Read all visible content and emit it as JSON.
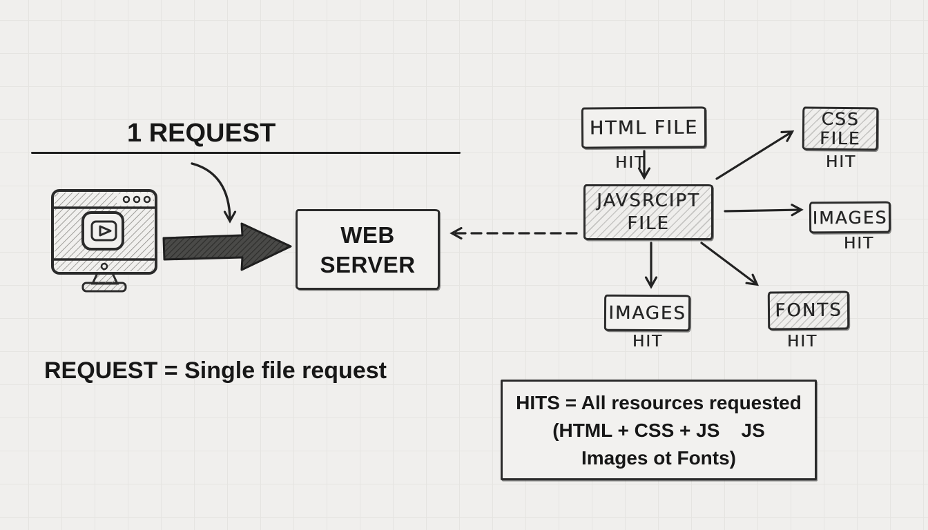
{
  "colors": {
    "paper": "#f0efed",
    "ink": "#1f1f1f",
    "grid": "#e5e4e1",
    "hatch": "#8f8e8a"
  },
  "icons": {
    "monitor": "browser-video-icon",
    "request_arrow": "thick-right-arrow",
    "curved_arrow": "curved-down-arrow",
    "dashed_arrow": "dashed-left-arrow"
  },
  "left": {
    "title": "1 REQUEST",
    "server_box": {
      "line1": "WEB",
      "line2": "SERVER"
    },
    "caption": "REQUEST = Single file request"
  },
  "right": {
    "hit_label": "HIT",
    "html_file": "HTML FILE",
    "js_file": {
      "line1": "JAVSRCIPT",
      "line2": "FILE"
    },
    "css_file": {
      "line1": "CSS",
      "line2": "FILE"
    },
    "images_right": "IMAGES",
    "images_bottom": "IMAGES",
    "fonts": "FONTS",
    "hits_box": {
      "line1": "HITS = All resources requested",
      "line2": "(HTML + CSS + JS    JS",
      "line3": "Images ot Fonts)"
    }
  }
}
